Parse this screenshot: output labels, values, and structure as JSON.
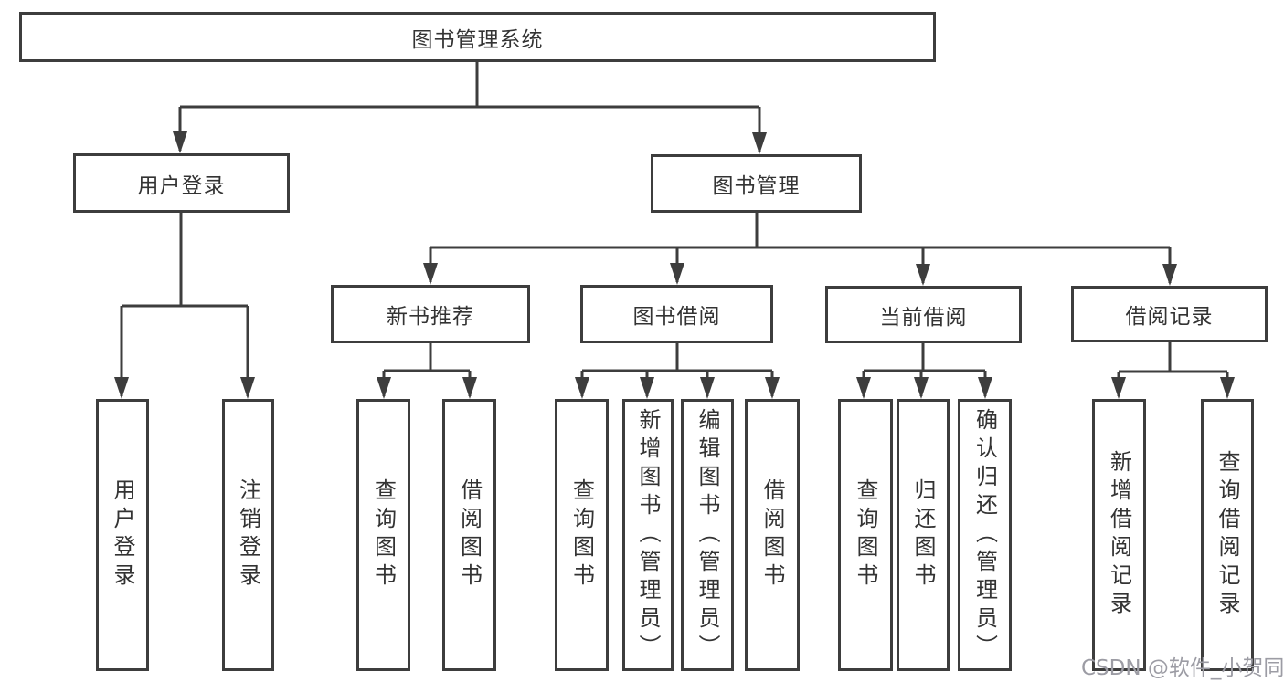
{
  "diagram": {
    "kind": "hierarchy-flowchart",
    "tree": {
      "root": {
        "label": "图书管理系统",
        "children": [
          {
            "label": "用户登录",
            "children": [
              {
                "label": "用户登录"
              },
              {
                "label": "注销登录"
              }
            ]
          },
          {
            "label": "图书管理",
            "children": [
              {
                "label": "新书推荐",
                "children": [
                  {
                    "label": "查询图书"
                  },
                  {
                    "label": "借阅图书"
                  }
                ]
              },
              {
                "label": "图书借阅",
                "children": [
                  {
                    "label": "查询图书"
                  },
                  {
                    "label": "新增图书（管理员）"
                  },
                  {
                    "label": "编辑图书（管理员）"
                  },
                  {
                    "label": "借阅图书"
                  }
                ]
              },
              {
                "label": "当前借阅",
                "children": [
                  {
                    "label": "查询图书"
                  },
                  {
                    "label": "归还图书"
                  },
                  {
                    "label": "确认归还（管理员）"
                  }
                ]
              },
              {
                "label": "借阅记录",
                "children": [
                  {
                    "label": "新增借阅记录"
                  },
                  {
                    "label": "查询借阅记录"
                  }
                ]
              }
            ]
          }
        ]
      }
    },
    "colors": {
      "line": "#3d3d3d",
      "box_border": "#3d3d3d",
      "text": "#333333",
      "background": "#ffffff",
      "watermark": "#9c9ca4"
    }
  },
  "watermark": {
    "text": "CSDN @软件_小贺同学"
  }
}
